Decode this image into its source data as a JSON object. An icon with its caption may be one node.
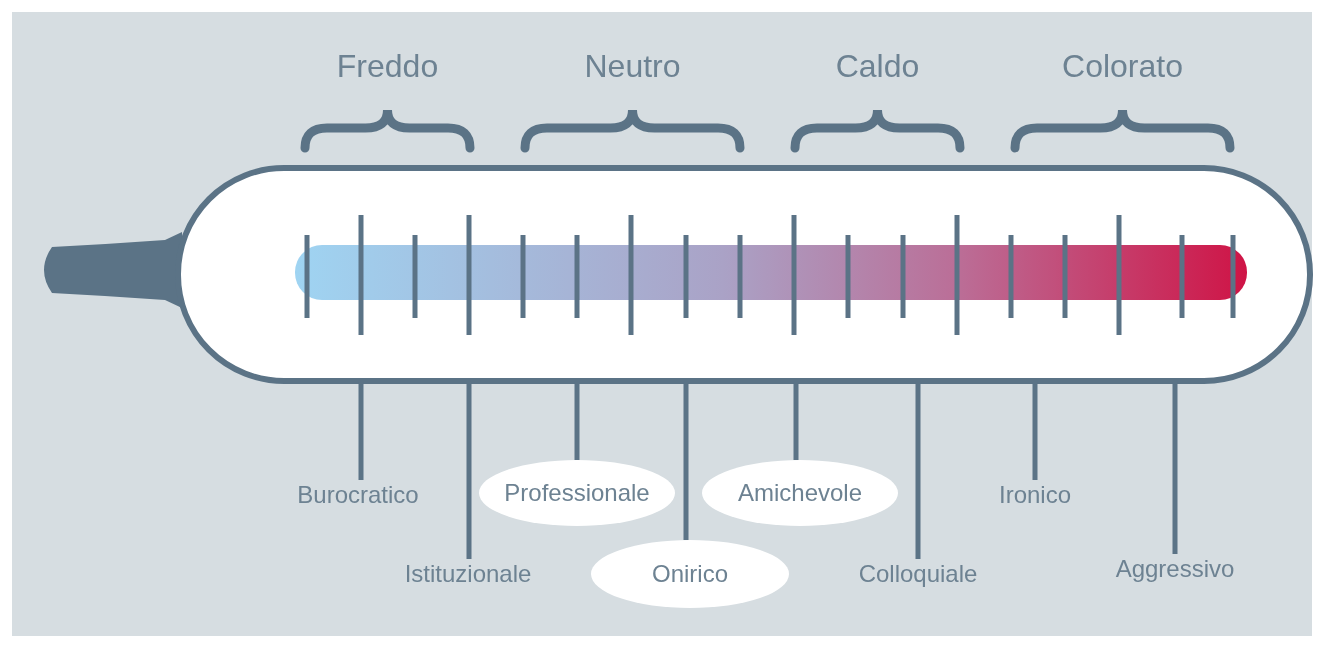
{
  "diagram": {
    "nodes": [
      {
        "text": [
          "Burocratico"
        ]
      },
      {
        "text": [
          "Professionale"
        ]
      },
      {
        "text": [
          "Amichevole"
        ]
      },
      {
        "text": [
          "Ironico"
        ]
      },
      {
        "text": [
          "Istituzionale"
        ]
      },
      {
        "text": [
          "Onirico"
        ]
      },
      {
        "text": [
          "Colloquiale"
        ]
      },
      {
        "text": [
          "Aggressivo"
        ]
      }
    ],
    "edges": [
      {
        "from": 0,
        "to": null,
        "arrow": "none"
      },
      {
        "from": 1,
        "to": null,
        "arrow": "none"
      },
      {
        "from": 2,
        "to": null,
        "arrow": "none"
      },
      {
        "from": 3,
        "to": null,
        "arrow": "none"
      },
      {
        "from": 4,
        "to": null,
        "arrow": "none"
      },
      {
        "from": 5,
        "to": null,
        "arrow": "none"
      },
      {
        "from": 6,
        "to": null,
        "arrow": "none"
      },
      {
        "from": 7,
        "to": null,
        "arrow": "none"
      }
    ],
    "labels": [
      "Freddo",
      "Neutro",
      "Caldo",
      "Colorato"
    ]
  }
}
